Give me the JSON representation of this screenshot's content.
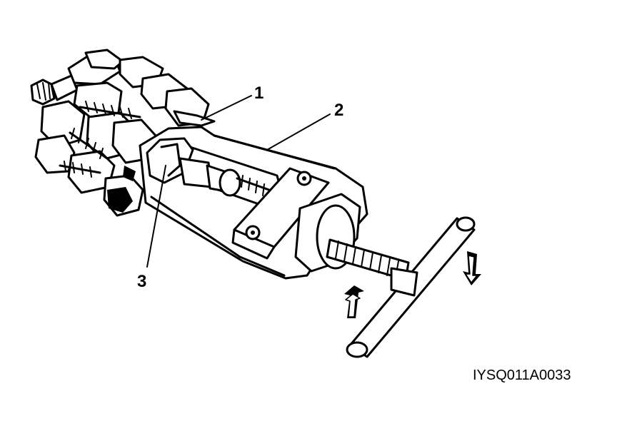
{
  "figure": {
    "code": "IYSQ011A0033",
    "callouts": [
      {
        "id": "1",
        "label": "1"
      },
      {
        "id": "2",
        "label": "2"
      },
      {
        "id": "3",
        "label": "3"
      }
    ]
  },
  "colors": {
    "ink": "#000000",
    "paper": "#ffffff"
  },
  "icons": [
    "arrow-up-icon",
    "arrow-down-icon"
  ]
}
